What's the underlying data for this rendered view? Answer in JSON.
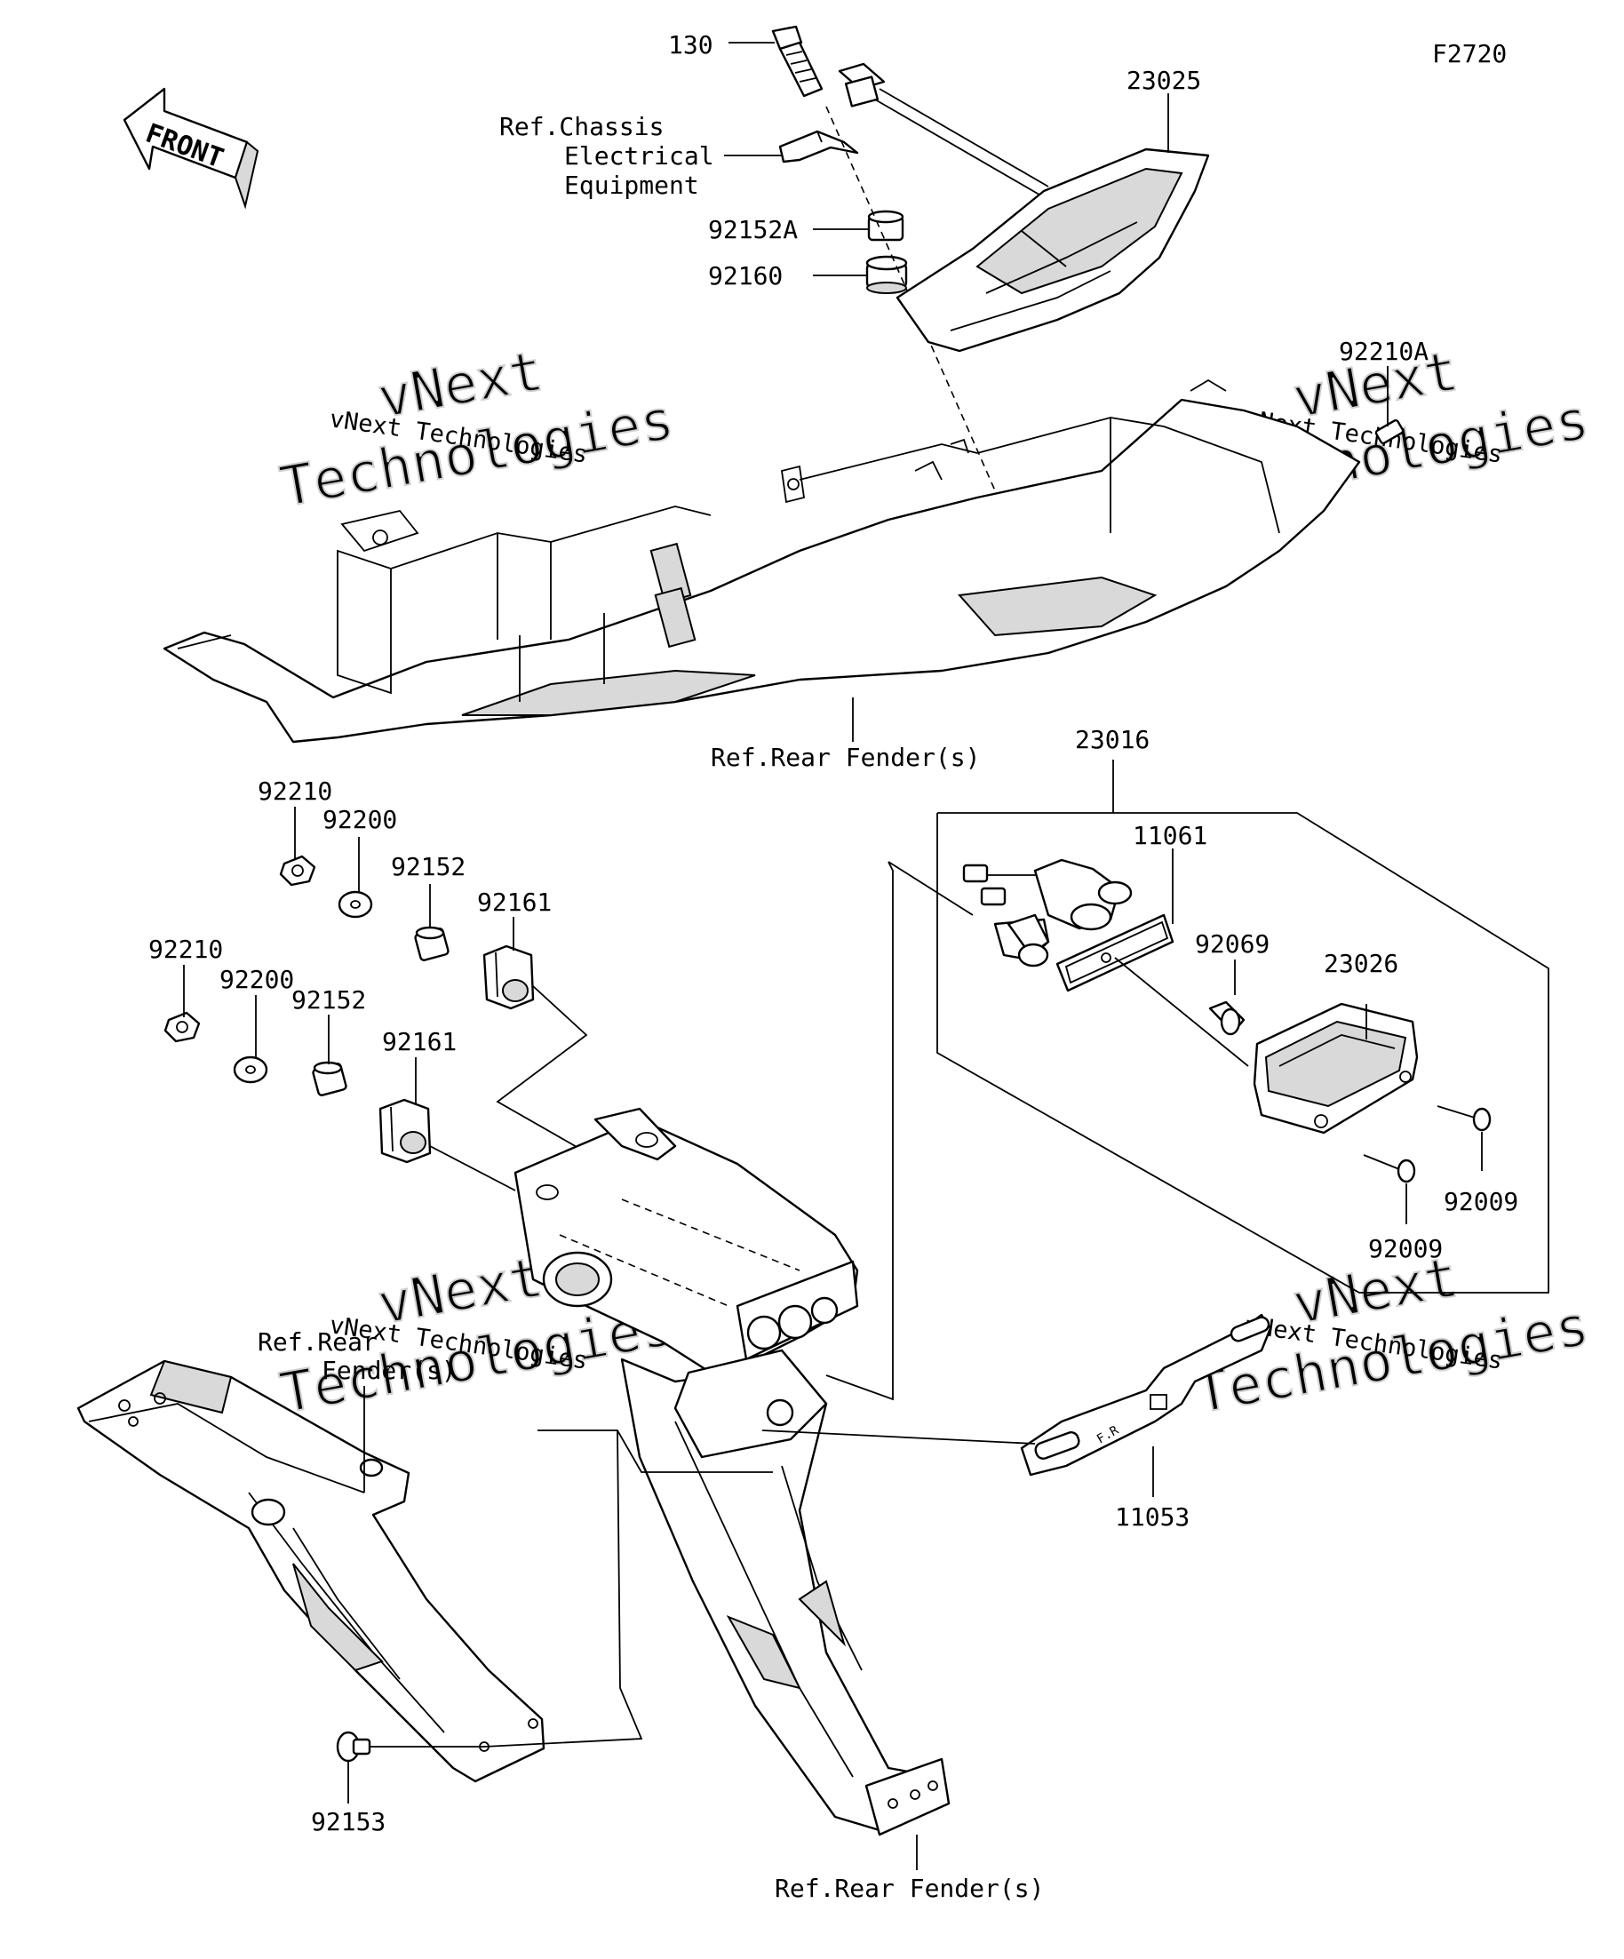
{
  "figure_code": "F2720",
  "direction_marker": {
    "label": "FRONT",
    "icon": "front-arrow-icon"
  },
  "part_labels": {
    "p130": "130",
    "p23025": "23025",
    "p92152A": "92152A",
    "p92160": "92160",
    "p92210A": "92210A",
    "p23016": "23016",
    "p11061": "11061",
    "p92069": "92069",
    "p23026": "23026",
    "p92009a": "92009",
    "p92009b": "92009",
    "p11053": "11053",
    "p92210a": "92210",
    "p92200a": "92200",
    "p92152a": "92152",
    "p92161a": "92161",
    "p92210b": "92210",
    "p92200b": "92200",
    "p92152b": "92152",
    "p92161b": "92161",
    "p92153": "92153"
  },
  "references": {
    "chassis_line1": "Ref.Chassis",
    "chassis_line2": "Electrical",
    "chassis_line3": "Equipment",
    "rear_fender_top": "Ref.Rear Fender(s)",
    "rear_fender_left_line1": "Ref.Rear",
    "rear_fender_left_line2": "Fender(s)",
    "rear_fender_bottom": "Ref.Rear Fender(s)"
  },
  "license_bracket_marking": "F.R",
  "watermarks": {
    "brand_line1": "vNext",
    "brand_line2": "Technologies",
    "caption": "vNext Technologies"
  }
}
